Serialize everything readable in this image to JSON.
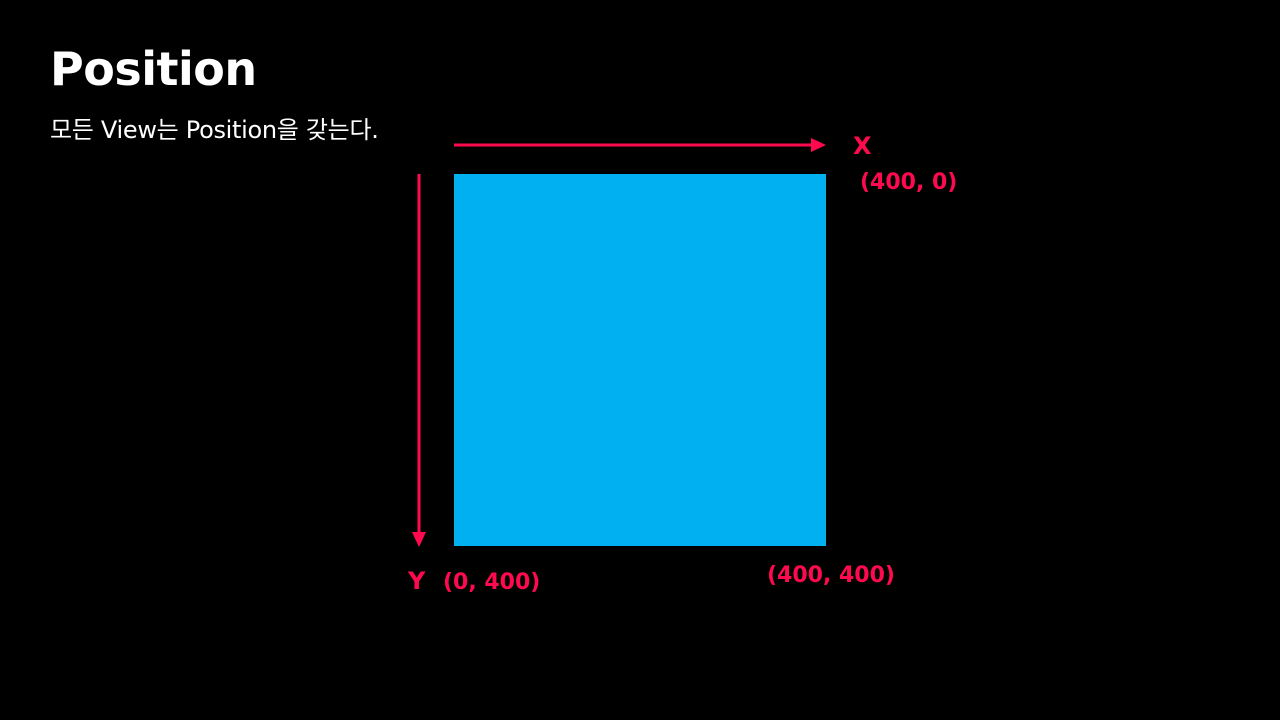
{
  "slide": {
    "title": "Position",
    "subtitle": "모든 View는 Position을 갖는다."
  },
  "diagram": {
    "x_axis_label": "X",
    "y_axis_label": "Y",
    "corner_top_right": "(400, 0)",
    "corner_bottom_left": "(0, 400)",
    "corner_bottom_right": "(400, 400)"
  },
  "colors": {
    "background": "#000000",
    "text": "#ffffff",
    "accent": "#ff0a4e",
    "view_fill": "#00b0f0"
  }
}
